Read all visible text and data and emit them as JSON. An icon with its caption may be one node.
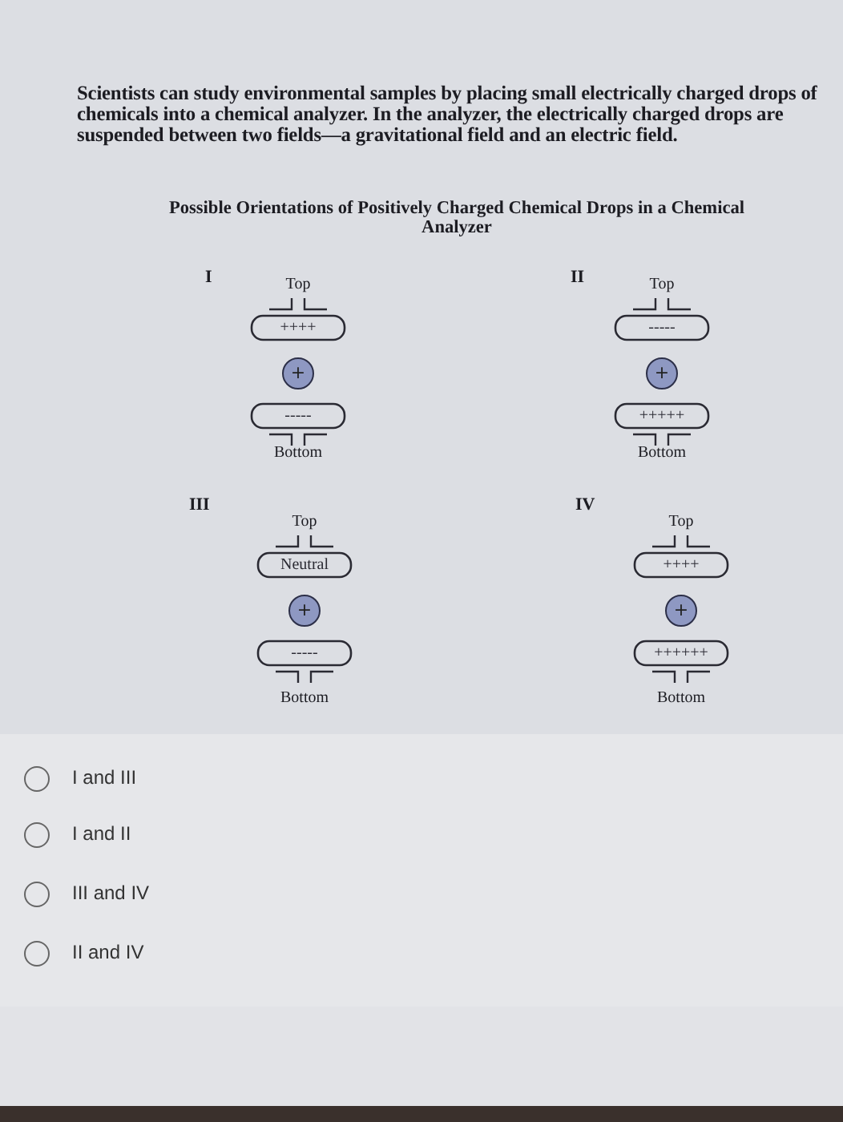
{
  "diagram": {
    "title": "Possible Orientations of Positively Charged Chemical Drops in a Chemical Analyzer",
    "nodes": [
      {
        "text": [
          "++++"
        ]
      },
      {
        "text": [
          "+"
        ]
      },
      {
        "text": [
          "-----"
        ]
      },
      {
        "text": [
          "-----"
        ]
      },
      {
        "text": [
          "+"
        ]
      },
      {
        "text": [
          "+++++"
        ]
      },
      {
        "text": [
          "Neutral"
        ]
      },
      {
        "text": [
          "+"
        ]
      },
      {
        "text": [
          "-----"
        ]
      },
      {
        "text": [
          "++++"
        ]
      },
      {
        "text": [
          "+"
        ]
      },
      {
        "text": [
          "++++++"
        ]
      }
    ],
    "labels": [
      "Scientists can study environmental samples by placing small electrically charged drops of chemicals into a chemical analyzer. In the analyzer, the electrically charged drops are suspended between two fields—a gravitational field and an electric field.",
      "I",
      "Top",
      "Bottom",
      "II",
      "Top",
      "Bottom",
      "III",
      "Top",
      "Bottom",
      "IV",
      "Top",
      "Bottom",
      "I and III",
      "I and II",
      "III and IV",
      "II and IV"
    ]
  }
}
